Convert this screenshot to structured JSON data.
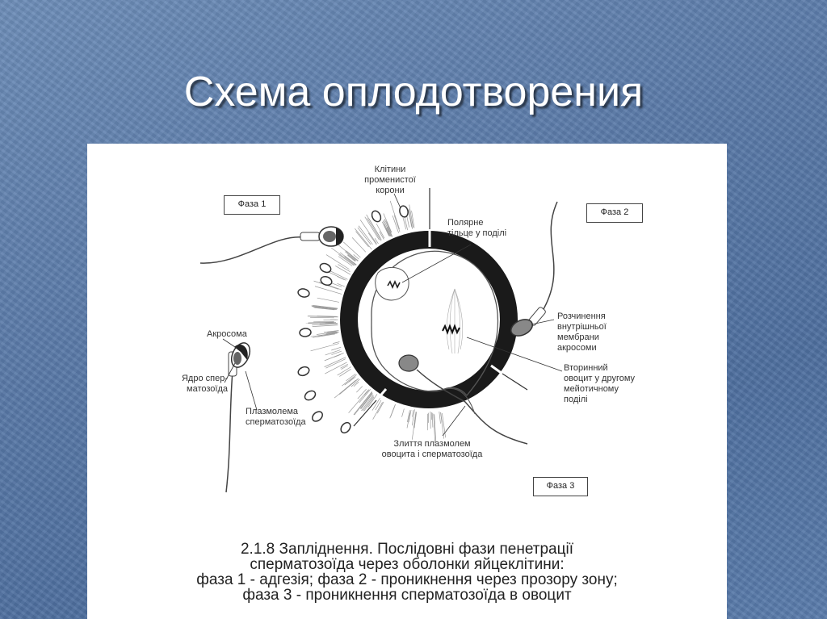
{
  "slide": {
    "title": "Схема оплодотворения"
  },
  "diagram": {
    "phase_labels": [
      "Фаза 1",
      "Фаза 2",
      "Фаза 3"
    ],
    "labels": {
      "corona_cells": [
        "Клітини",
        "променистої",
        "корони"
      ],
      "polar_body": [
        "Полярне",
        "тільце у поділі"
      ],
      "acrosome": "Акросома",
      "sperm_nucleus": [
        "Ядро спер-",
        "матозоїда"
      ],
      "sperm_plasmalemma": [
        "Плазмолема",
        "сперматозоїда"
      ],
      "inner_membrane_dissolution": [
        "Розчинення",
        "внутрішньої",
        "мембрани",
        "акросоми"
      ],
      "secondary_oocyte": [
        "Вторинний",
        "овоцит у другому",
        "мейотичному",
        "поділі"
      ],
      "plasmalemma_fusion": [
        "Злиття плазмолем",
        "овоцита і сперматозоїда"
      ]
    },
    "caption": [
      "2.1.8     Запліднення. Послідовні фази пенетрації",
      "сперматозоїда через оболонки яйцеклітини:",
      "фаза 1 - адгезія; фаза 2 - проникнення через прозору зону;",
      "фаза 3 - проникнення сперматозоїда в овоцит"
    ]
  }
}
